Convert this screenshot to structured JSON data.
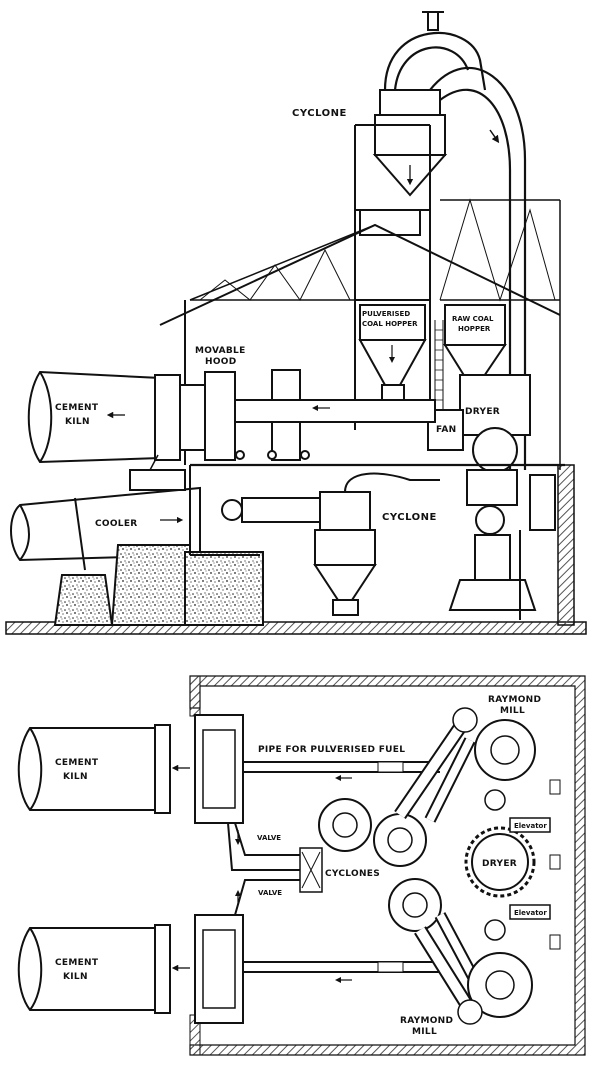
{
  "colors": {
    "ink": "#111111",
    "paper": "#ffffff",
    "hatch": "#555555",
    "concrete": "#bdbdbd"
  },
  "elevation": {
    "cyclone_top": "CYCLONE",
    "pulverised_hopper": [
      "PULVERISED",
      "COAL HOPPER"
    ],
    "raw_coal_hopper": [
      "RAW COAL",
      "HOPPER"
    ],
    "movable_hood": [
      "MOVABLE",
      "HOOD"
    ],
    "cement_kiln": [
      "CEMENT",
      "KILN"
    ],
    "dryer": "DRYER",
    "fan": "FAN",
    "cooler": "COOLER",
    "cyclone_lower": "CYCLONE"
  },
  "plan": {
    "raymond_mill_top": [
      "RAYMOND",
      "MILL"
    ],
    "pipe_label": "PIPE FOR PULVERISED FUEL",
    "cement_kiln_top": [
      "CEMENT",
      "KILN"
    ],
    "elevator_top": "Elevator",
    "valve_top": "VALVE",
    "dryer": "DRYER",
    "valve_bottom": "VALVE",
    "cyclones": "CYCLONES",
    "elevator_bottom": "Elevator",
    "cement_kiln_bottom": [
      "CEMENT",
      "KILN"
    ],
    "raymond_mill_bottom": [
      "RAYMOND",
      "MILL"
    ]
  }
}
